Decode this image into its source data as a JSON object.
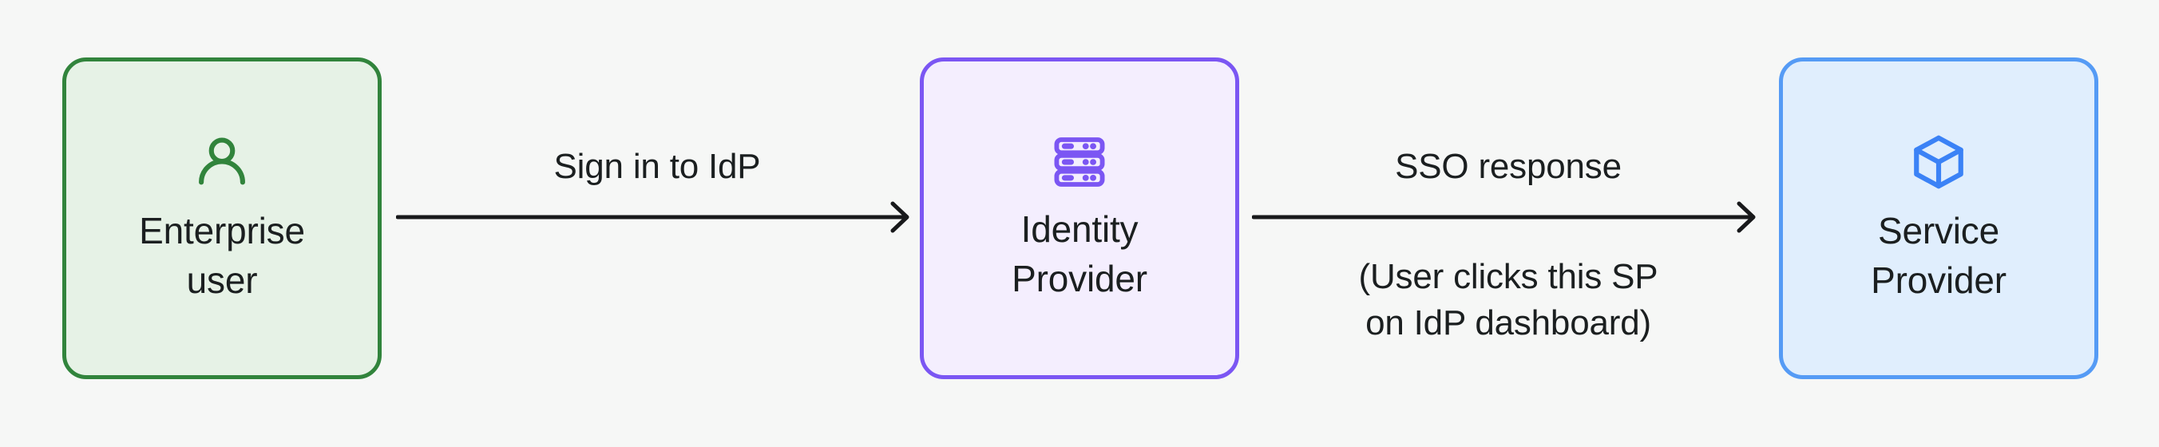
{
  "diagram": {
    "title": "SSO IdP-initiated sign-in flow",
    "background_color": "#f6f7f6",
    "text_color": "#1b1f20",
    "nodes": [
      {
        "id": "enterprise-user",
        "label": "Enterprise\nuser",
        "icon": "user-icon",
        "fill": "#e6f2e6",
        "stroke": "#31843c"
      },
      {
        "id": "identity-provider",
        "label": "Identity\nProvider",
        "icon": "server-icon",
        "fill": "#f4eefe",
        "stroke": "#7b56f3"
      },
      {
        "id": "service-provider",
        "label": "Service\nProvider",
        "icon": "cube-icon",
        "fill": "#e0eefd",
        "stroke": "#559bf5"
      }
    ],
    "edges": [
      {
        "id": "edge-sign-in",
        "from": "enterprise-user",
        "to": "identity-provider",
        "label_above": "Sign in to IdP",
        "label_below": "",
        "stroke": "#18191b"
      },
      {
        "id": "edge-sso-response",
        "from": "identity-provider",
        "to": "service-provider",
        "label_above": "SSO response",
        "label_below": "(User clicks this SP\non IdP dashboard)",
        "stroke": "#18191b"
      }
    ]
  }
}
